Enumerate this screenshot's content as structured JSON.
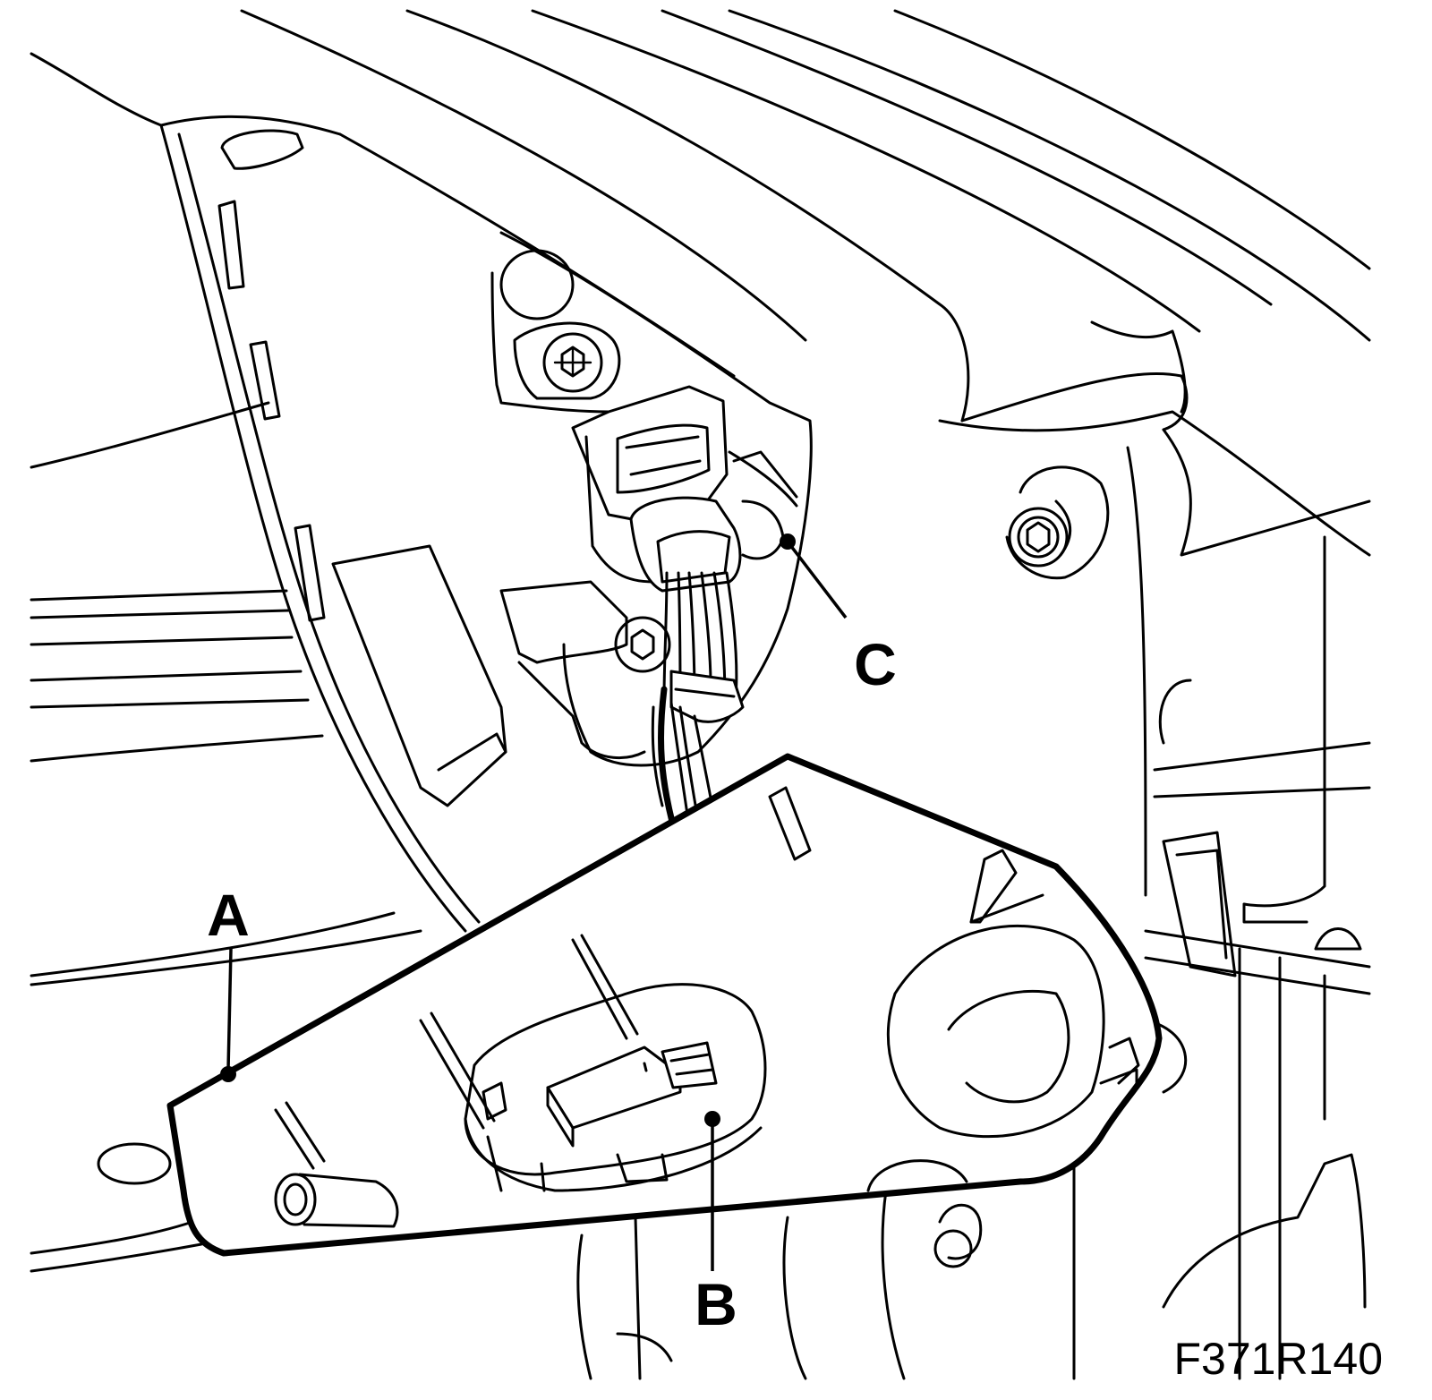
{
  "figure": {
    "code": "F371R140",
    "callouts": [
      {
        "id": "A",
        "label": "A"
      },
      {
        "id": "B",
        "label": "B"
      },
      {
        "id": "C",
        "label": "C"
      }
    ]
  },
  "colors": {
    "ink": "#000000",
    "paper": "#ffffff"
  }
}
